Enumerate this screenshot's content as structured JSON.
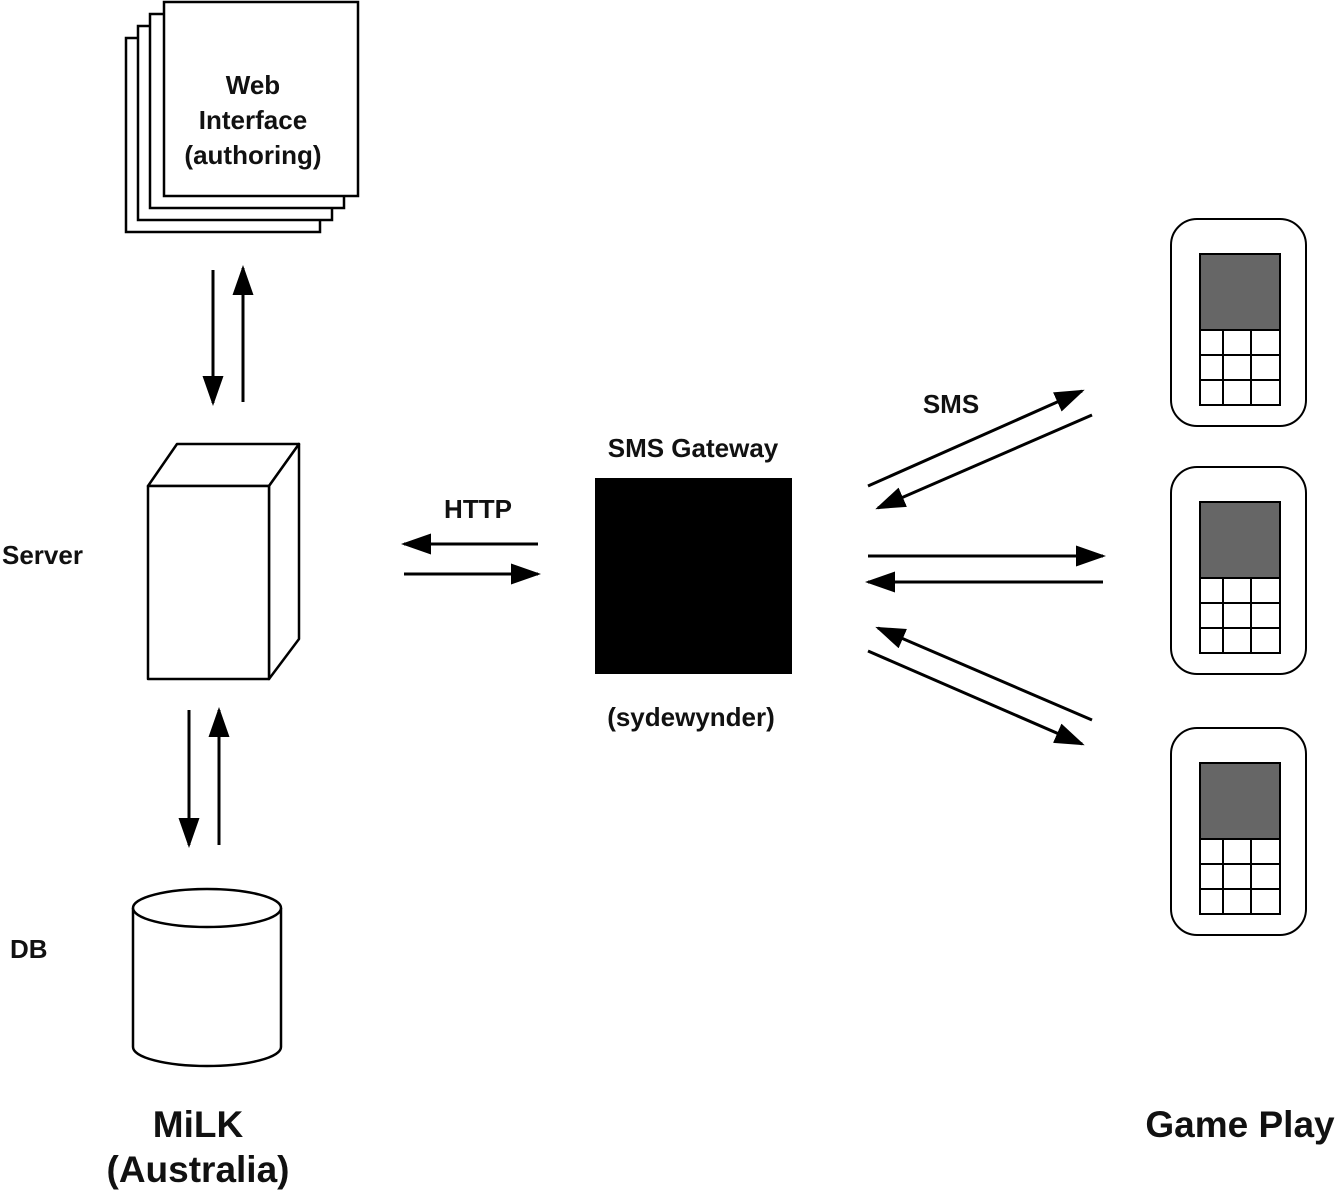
{
  "diagram": {
    "web_interface": {
      "lines": [
        "Web",
        "Interface",
        "(authoring)"
      ]
    },
    "server_label": "Server",
    "db_label": "DB",
    "milk_title": {
      "line1": "MiLK",
      "line2": "(Australia)"
    },
    "http_label": "HTTP",
    "gateway": {
      "title": "SMS Gateway",
      "subtitle": "(sydewynder)"
    },
    "sms_label": "SMS",
    "game_play_label": "Game Play",
    "phones": [
      {
        "name": "phone-top"
      },
      {
        "name": "phone-middle"
      },
      {
        "name": "phone-bottom"
      }
    ]
  },
  "colors": {
    "stroke": "#000000",
    "background": "#ffffff",
    "gateway_fill": "#000000",
    "phone_screen": "#666666"
  }
}
